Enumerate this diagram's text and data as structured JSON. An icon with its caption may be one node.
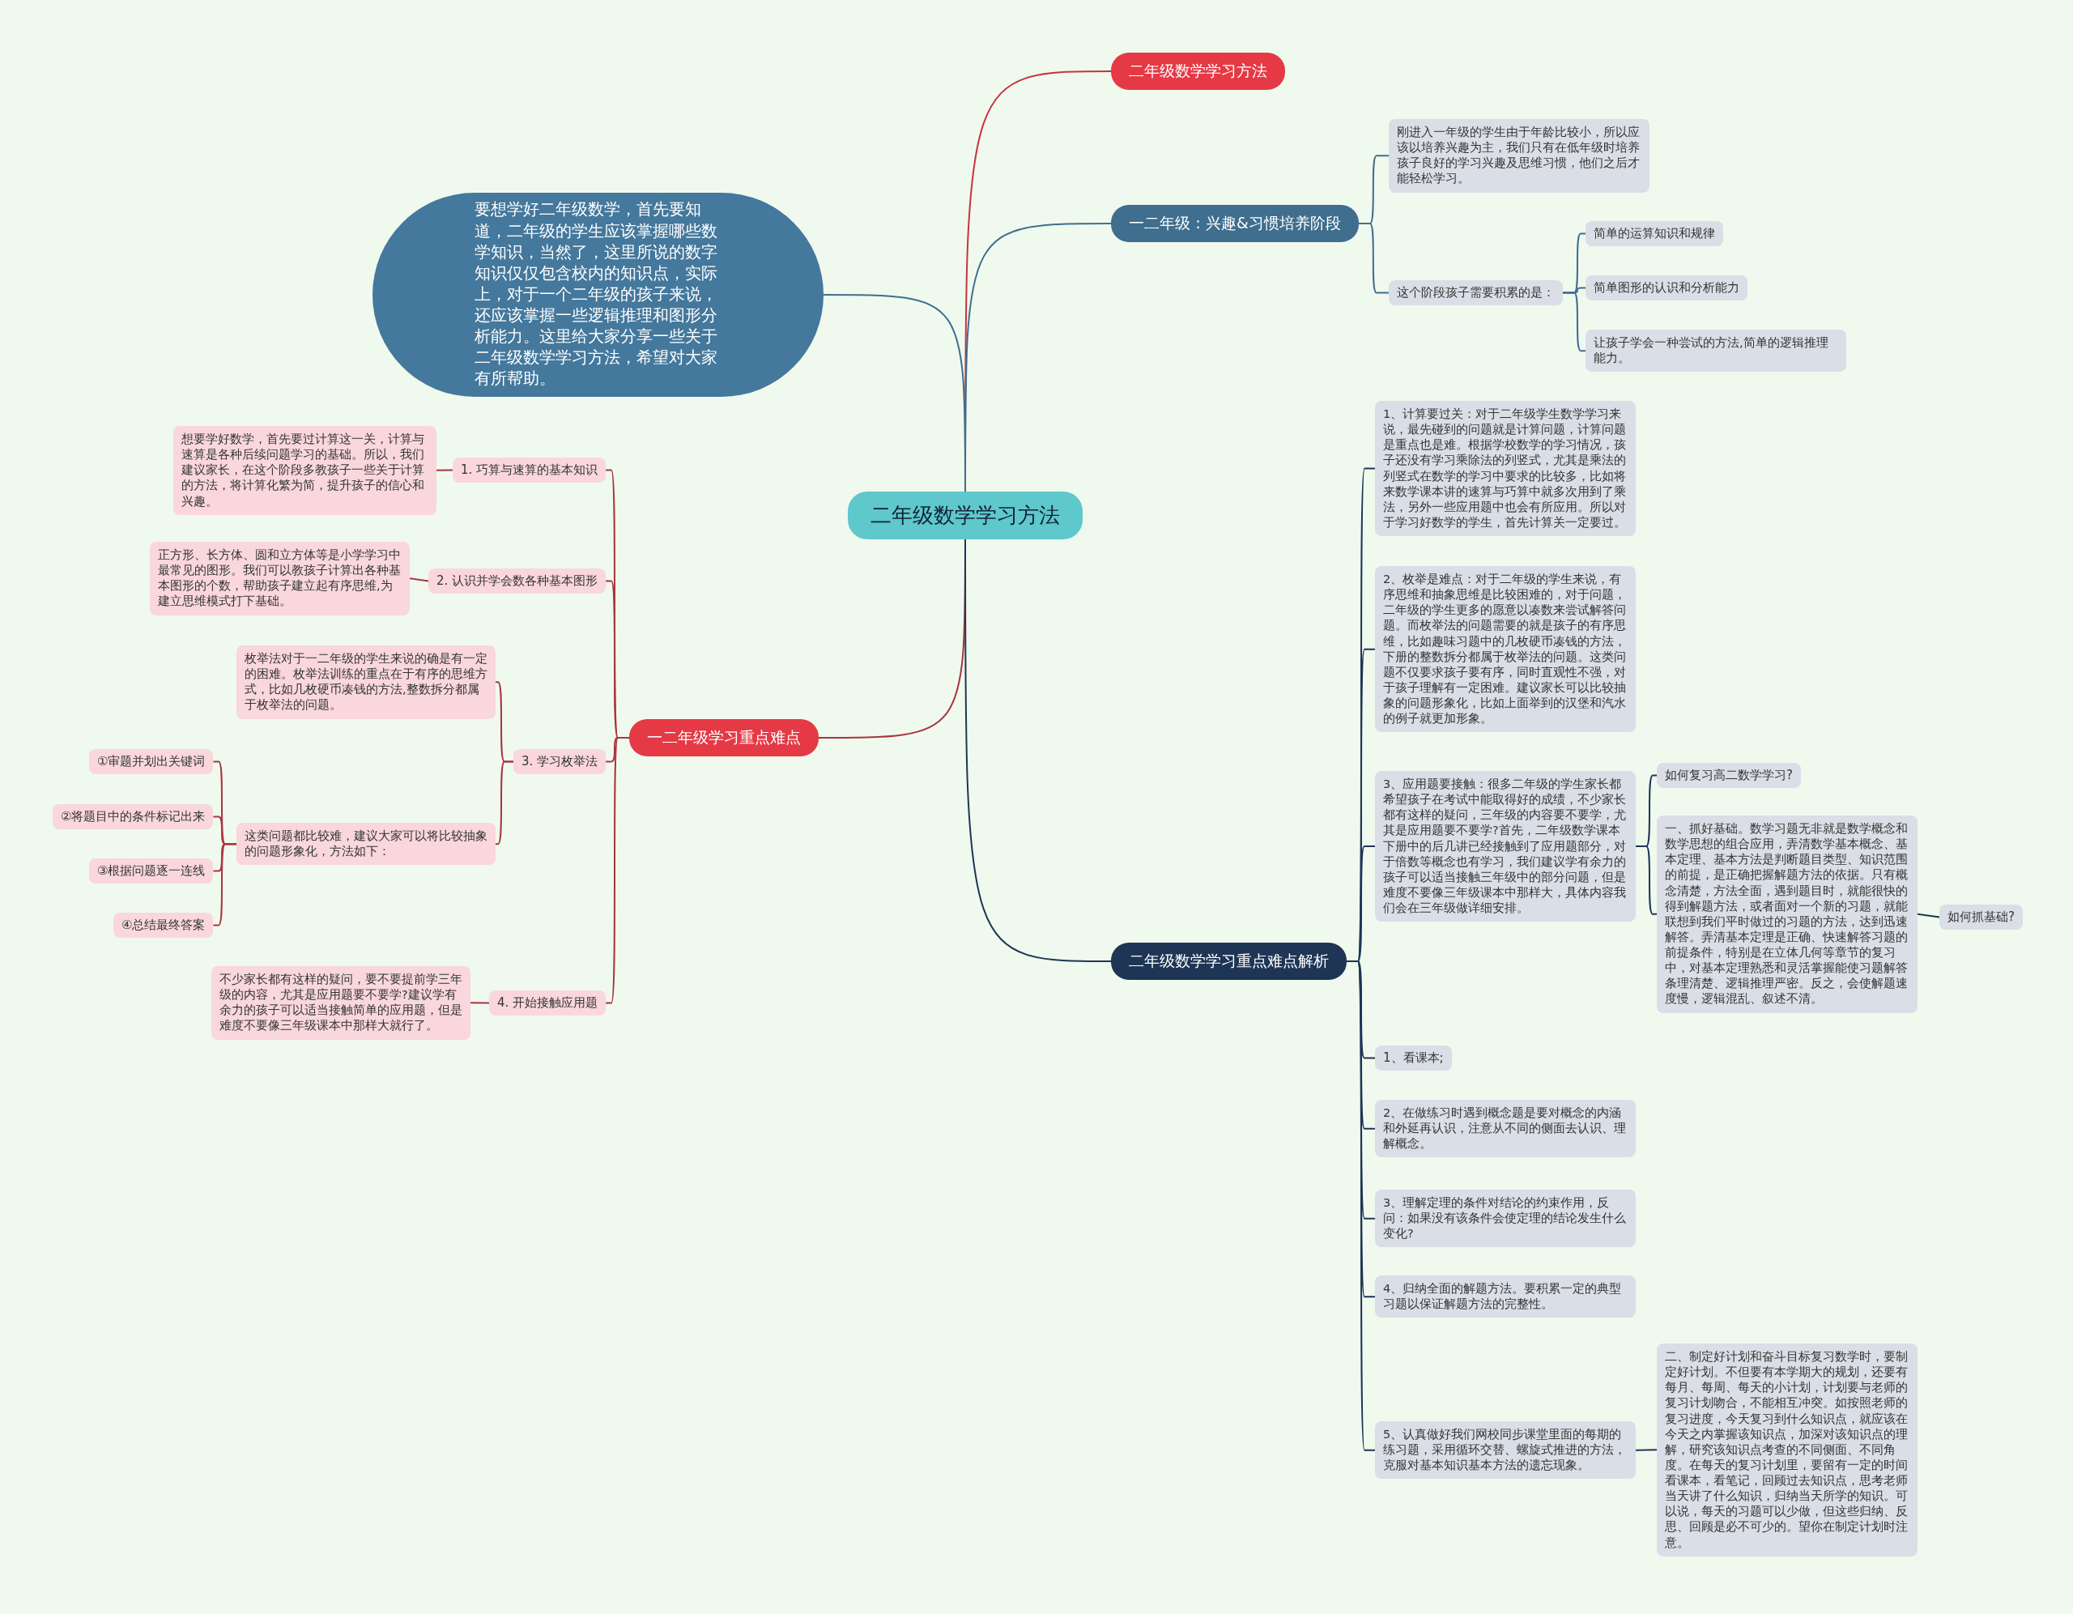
{
  "diagram": {
    "nodes": [
      {
        "text": [
          "二年级数学学习方法"
        ]
      },
      {
        "text": [
          "二年级数学学习方法"
        ]
      },
      {
        "text": [
          "一二年级：兴趣&习惯培养阶段"
        ]
      },
      {
        "text": [
          "刚进入一年级的学生由于年龄比较小，所以应该以培养兴趣为主，我们只有在低年级时培养孩子良好的学习兴趣及思维习惯，他们之后才能轻松学习。"
        ]
      },
      {
        "text": [
          "这个阶段孩子需要积累的是："
        ]
      },
      {
        "text": [
          "简单的运算知识和规律"
        ]
      },
      {
        "text": [
          "简单图形的认识和分析能力"
        ]
      },
      {
        "text": [
          "让孩子学会一种尝试的方法,简单的逻辑推理能力。"
        ]
      },
      {
        "text": [
          "要想学好二年级数学，首先要知道，二年级的学生应该掌握哪些数学知识，当然了，这里所说的数字知识仅仅包含校内的知识点，实际上，对于一个二年级的孩子来说，还应该掌握一些逻辑推理和图形分析能力。这里给大家分享一些关于二年级数学学习方法，希望对大家有所帮助。"
        ]
      },
      {
        "text": [
          "一二年级学习重点难点"
        ]
      },
      {
        "text": [
          "1. 巧算与速算的基本知识"
        ]
      },
      {
        "text": [
          "想要学好数学，首先要过计算这一关，计算与速算是各种后续问题学习的基础。所以，我们建议家长，在这个阶段多教孩子一些关于计算的方法，将计算化繁为简，提升孩子的信心和兴趣。"
        ]
      },
      {
        "text": [
          "2. 认识并学会数各种基本图形"
        ]
      },
      {
        "text": [
          "正方形、长方体、圆和立方体等是小学学习中最常见的图形。我们可以教孩子计算出各种基本图形的个数，帮助孩子建立起有序思维,为建立思维模式打下基础。"
        ]
      },
      {
        "text": [
          "3. 学习枚举法"
        ]
      },
      {
        "text": [
          "枚举法对于一二年级的学生来说的确是有一定的困难。枚举法训练的重点在于有序的思维方式，比如几枚硬币凑钱的方法,整数拆分都属于枚举法的问题。"
        ]
      },
      {
        "text": [
          "这类问题都比较难，建议大家可以将比较抽象的问题形象化，方法如下："
        ]
      },
      {
        "text": [
          "①审题并划出关键词"
        ]
      },
      {
        "text": [
          "②将题目中的条件标记出来"
        ]
      },
      {
        "text": [
          "③根据问题逐一连线"
        ]
      },
      {
        "text": [
          "④总结最终答案"
        ]
      },
      {
        "text": [
          "4. 开始接触应用题"
        ]
      },
      {
        "text": [
          "不少家长都有这样的疑问，要不要提前学三年级的内容，尤其是应用题要不要学?建议学有余力的孩子可以适当接触简单的应用题，但是难度不要像三年级课本中那样大就行了。"
        ]
      },
      {
        "text": [
          "二年级数学学习重点难点解析"
        ]
      },
      {
        "text": [
          "1、计算要过关：对于二年级学生数学学习来说，最先碰到的问题就是计算问题，计算问题是重点也是难。根据学校数学的学习情况，孩子还没有学习乘除法的列竖式，尤其是乘法的列竖式在数学的学习中要求的比较多，比如将来数学课本讲的速算与巧算中就多次用到了乘法，另外一些应用题中也会有所应用。所以对于学习好数学的学生，首先计算关一定要过。"
        ]
      },
      {
        "text": [
          "2、枚举是难点：对于二年级的学生来说，有序思维和抽象思维是比较困难的，对于问题，二年级的学生更多的愿意以凑数来尝试解答问题。而枚举法的问题需要的就是孩子的有序思维，比如趣味习题中的几枚硬币凑钱的方法，下册的整数拆分都属于枚举法的问题。这类问题不仅要求孩子要有序，同时直观性不强，对于孩子理解有一定困难。建议家长可以比较抽象的问题形象化，比如上面举到的汉堡和汽水的例子就更加形象。"
        ]
      },
      {
        "text": [
          "3、应用题要接触：很多二年级的学生家长都希望孩子在考试中能取得好的成绩，不少家长都有这样的疑问，三年级的内容要不要学，尤其是应用题要不要学?首先，二年级数学课本下册中的后几讲已经接触到了应用题部分，对于倍数等概念也有学习，我们建议学有余力的孩子可以适当接触三年级中的部分问题，但是难度不要像三年级课本中那样大，具体内容我们会在三年级做详细安排。"
        ]
      },
      {
        "text": [
          "如何复习高二数学学习?"
        ]
      },
      {
        "text": [
          "一、抓好基础。数学习题无非就是数学概念和数学思想的组合应用，弄清数学基本概念、基本定理、基本方法是判断题目类型、知识范围的前提，是正确把握解题方法的依据。只有概念清楚，方法全面，遇到题目时，就能很快的得到解题方法，或者面对一个新的习题，就能联想到我们平时做过的习题的方法，达到迅速解答。弄清基本定理是正确、快速解答习题的前提条件，特别是在立体几何等章节的复习中，对基本定理熟悉和灵活掌握能使习题解答条理清楚、逻辑推理严密。反之，会使解题速度慢，逻辑混乱、叙述不清。"
        ]
      },
      {
        "text": [
          "如何抓基础?"
        ]
      },
      {
        "text": [
          "1、看课本;"
        ]
      },
      {
        "text": [
          "2、在做练习时遇到概念题是要对概念的内涵和外延再认识，注意从不同的侧面去认识、理解概念。"
        ]
      },
      {
        "text": [
          "3、理解定理的条件对结论的约束作用，反问：如果没有该条件会使定理的结论发生什么变化?"
        ]
      },
      {
        "text": [
          "4、归纳全面的解题方法。要积累一定的典型习题以保证解题方法的完整性。"
        ]
      },
      {
        "text": [
          "5、认真做好我们网校同步课堂里面的每期的练习题，采用循环交替、螺旋式推进的方法，克服对基本知识基本方法的遗忘现象。"
        ]
      },
      {
        "text": [
          "二、制定好计划和奋斗目标复习数学时，要制定好计划。不但要有本学期大的规划，还要有每月、每周、每天的小计划，计划要与老师的复习计划吻合，不能相互冲突。如按照老师的复习进度，今天复习到什么知识点，就应该在今天之内掌握该知识点，加深对该知识点的理解，研究该知识点考查的不同侧面、不同角度。在每天的复习计划里，要留有一定的时间看课本，看笔记，回顾过去知识点，思考老师当天讲了什么知识，归纳当天所学的知识。可以说，每天的习题可以少做，但这些归纳、反思、回顾是必不可少的。望你在制定计划时注意。"
        ]
      }
    ],
    "edges": [
      {
        "from": 0,
        "to": 1,
        "arrow": "none",
        "color": "#c8323f"
      },
      {
        "from": 0,
        "to": 2,
        "arrow": "none",
        "color": "#3f6e8e"
      },
      {
        "from": 2,
        "to": 3,
        "arrow": "none",
        "color": "#3f6e8e"
      },
      {
        "from": 2,
        "to": 4,
        "arrow": "none",
        "color": "#3f6e8e"
      },
      {
        "from": 4,
        "to": 5,
        "arrow": "none",
        "color": "#3f6e8e"
      },
      {
        "from": 4,
        "to": 6,
        "arrow": "none",
        "color": "#3f6e8e"
      },
      {
        "from": 4,
        "to": 7,
        "arrow": "none",
        "color": "#3f6e8e"
      },
      {
        "from": 0,
        "to": 8,
        "arrow": "none",
        "color": "#3f6e8e"
      },
      {
        "from": 0,
        "to": 9,
        "arrow": "none",
        "color": "#a8343f"
      },
      {
        "from": 9,
        "to": 10,
        "arrow": "none",
        "color": "#a8343f"
      },
      {
        "from": 10,
        "to": 11,
        "arrow": "none",
        "color": "#a8343f"
      },
      {
        "from": 9,
        "to": 12,
        "arrow": "none",
        "color": "#a8343f"
      },
      {
        "from": 12,
        "to": 13,
        "arrow": "none",
        "color": "#a8343f"
      },
      {
        "from": 9,
        "to": 14,
        "arrow": "none",
        "color": "#a8343f"
      },
      {
        "from": 14,
        "to": 15,
        "arrow": "none",
        "color": "#a8343f"
      },
      {
        "from": 14,
        "to": 16,
        "arrow": "none",
        "color": "#a8343f"
      },
      {
        "from": 16,
        "to": 17,
        "arrow": "none",
        "color": "#a8343f"
      },
      {
        "from": 16,
        "to": 18,
        "arrow": "none",
        "color": "#a8343f"
      },
      {
        "from": 16,
        "to": 19,
        "arrow": "none",
        "color": "#a8343f"
      },
      {
        "from": 16,
        "to": 20,
        "arrow": "none",
        "color": "#a8343f"
      },
      {
        "from": 9,
        "to": 21,
        "arrow": "none",
        "color": "#a8343f"
      },
      {
        "from": 21,
        "to": 22,
        "arrow": "none",
        "color": "#a8343f"
      },
      {
        "from": 0,
        "to": 23,
        "arrow": "none",
        "color": "#1e3555"
      },
      {
        "from": 23,
        "to": 24,
        "arrow": "none",
        "color": "#1e3555"
      },
      {
        "from": 23,
        "to": 25,
        "arrow": "none",
        "color": "#1e3555"
      },
      {
        "from": 23,
        "to": 26,
        "arrow": "none",
        "color": "#1e3555"
      },
      {
        "from": 26,
        "to": 27,
        "arrow": "none",
        "color": "#1e3555"
      },
      {
        "from": 26,
        "to": 28,
        "arrow": "none",
        "color": "#1e3555"
      },
      {
        "from": 28,
        "to": 29,
        "arrow": "none",
        "color": "#1e3555"
      },
      {
        "from": 23,
        "to": 30,
        "arrow": "none",
        "color": "#1e3555"
      },
      {
        "from": 23,
        "to": 31,
        "arrow": "none",
        "color": "#1e3555"
      },
      {
        "from": 23,
        "to": 32,
        "arrow": "none",
        "color": "#1e3555"
      },
      {
        "from": 23,
        "to": 33,
        "arrow": "none",
        "color": "#1e3555"
      },
      {
        "from": 23,
        "to": 34,
        "arrow": "none",
        "color": "#1e3555"
      },
      {
        "from": 34,
        "to": 35,
        "arrow": "none",
        "color": "#1e3555"
      }
    ]
  }
}
